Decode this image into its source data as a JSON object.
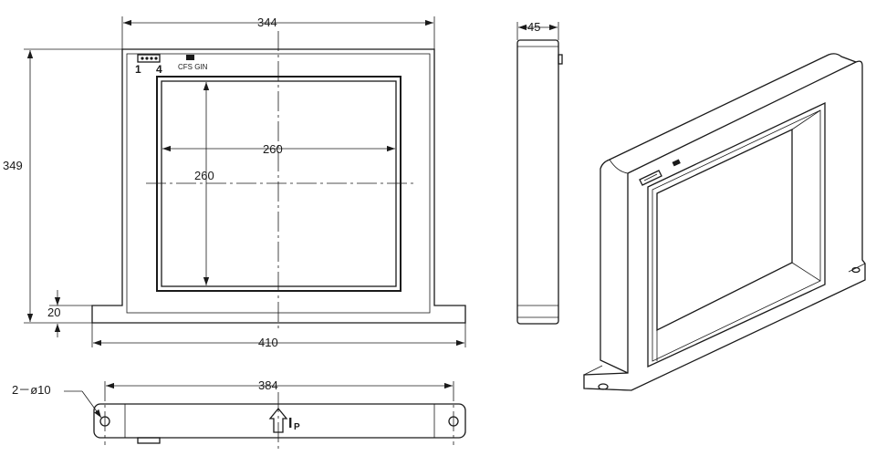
{
  "dimensions": {
    "outer_width": "344",
    "height": "349",
    "window_width": "260",
    "window_height": "260",
    "base_height": "20",
    "base_width": "410",
    "depth": "45",
    "hole_spacing": "384"
  },
  "labels": {
    "pin_start": "1",
    "pin_end": "4",
    "connector_tag": "CFS GIN",
    "hole_spec": "2－ø10",
    "current_symbol": "I",
    "current_subscript": "P"
  }
}
